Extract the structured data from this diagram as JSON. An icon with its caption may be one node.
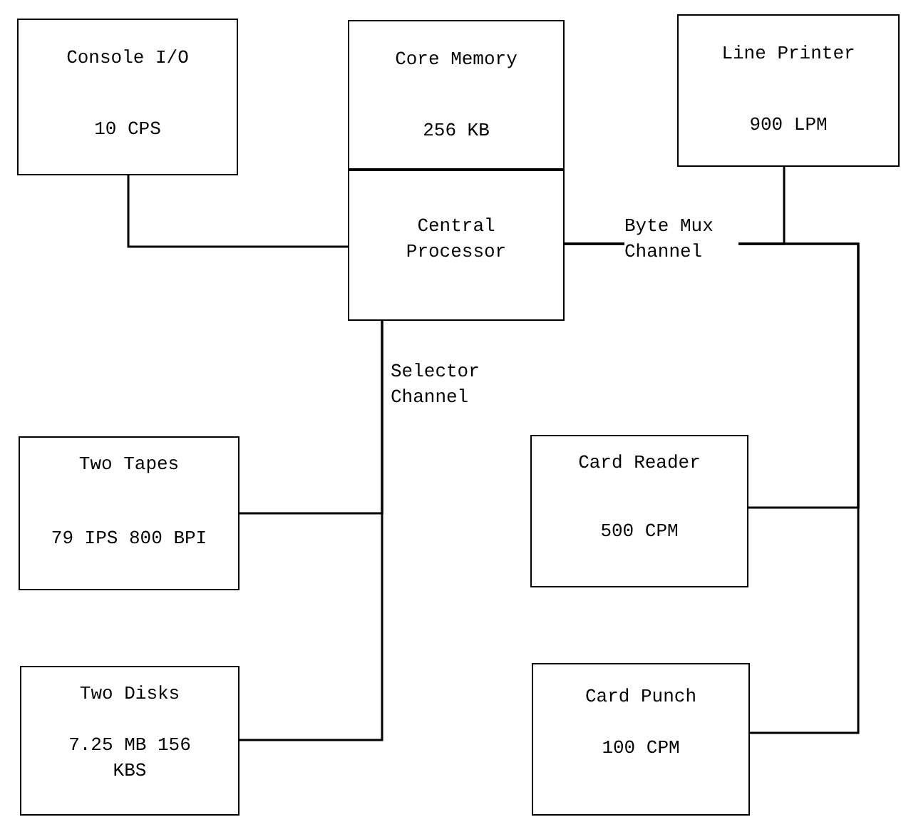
{
  "diagram": {
    "nodes": [
      {
        "text": [
          "Console I/O",
          "10 CPS"
        ]
      },
      {
        "text": [
          "Core Memory",
          "256 KB"
        ]
      },
      {
        "text": [
          "Central Processor"
        ]
      },
      {
        "text": [
          "Line Printer",
          "900 LPM"
        ]
      },
      {
        "text": [
          "Two Tapes",
          "79 IPS 800 BPI"
        ]
      },
      {
        "text": [
          "Two Disks",
          "7.25 MB 156 KBS"
        ]
      },
      {
        "text": [
          "Card Reader",
          "500 CPM"
        ]
      },
      {
        "text": [
          "Card Punch",
          "100 CPM"
        ]
      }
    ],
    "edges": [
      {
        "from": 0,
        "to": 2,
        "arrow": "none"
      },
      {
        "from": 2,
        "to": 4,
        "arrow": "none",
        "label": "Selector Channel"
      },
      {
        "from": 2,
        "to": 5,
        "arrow": "none"
      },
      {
        "from": 2,
        "to": 3,
        "arrow": "none",
        "label": "Byte Mux Channel"
      },
      {
        "from": 2,
        "to": 6,
        "arrow": "none"
      },
      {
        "from": 2,
        "to": 7,
        "arrow": "none"
      }
    ]
  }
}
